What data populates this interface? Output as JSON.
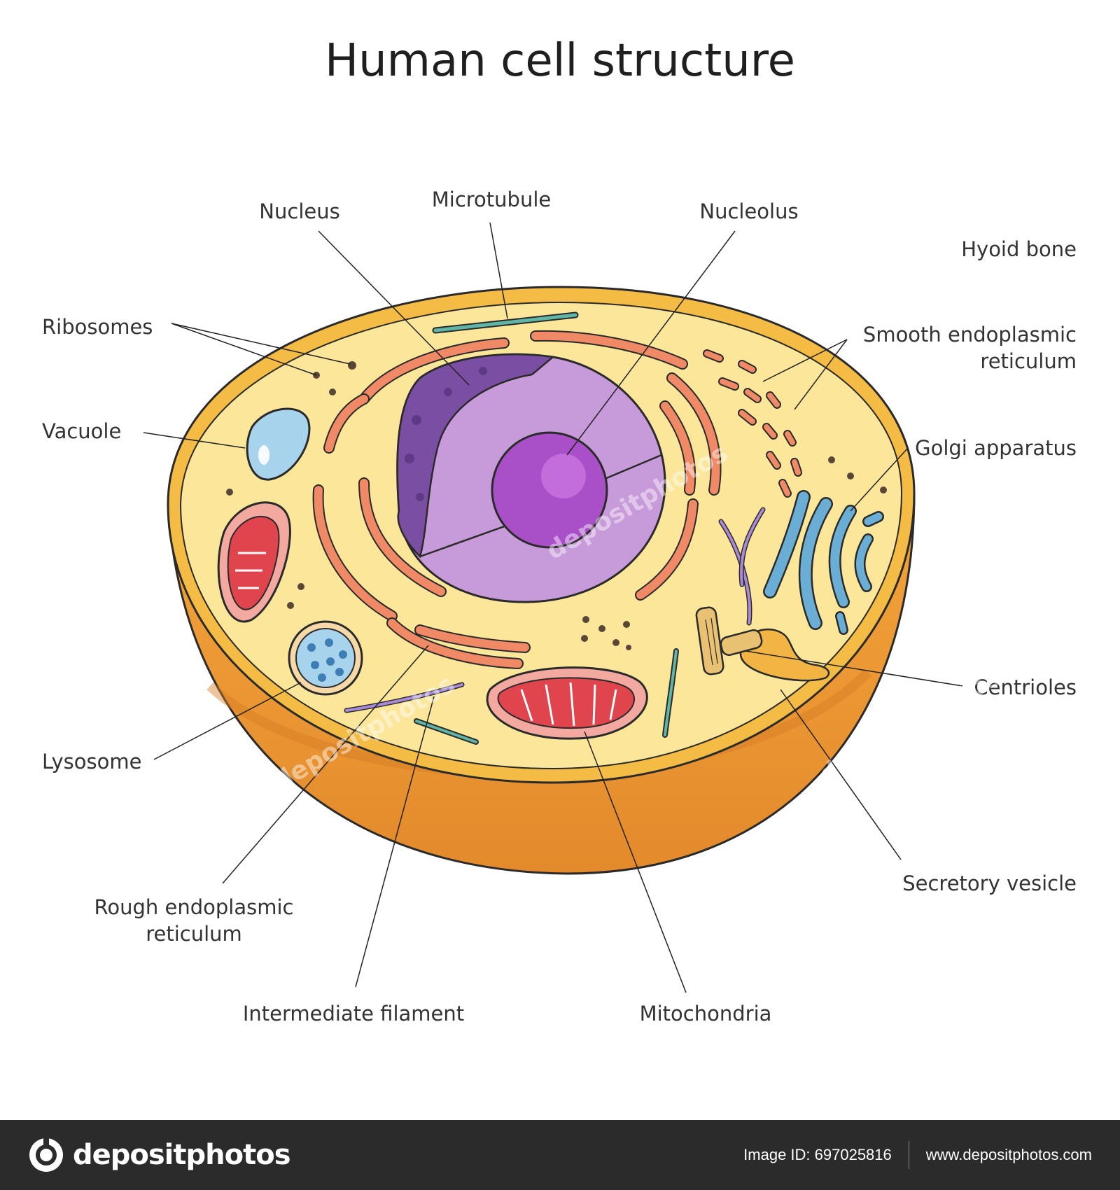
{
  "title": "Human cell structure",
  "labels": {
    "nucleus": "Nucleus",
    "microtubule": "Microtubule",
    "nucleolus": "Nucleolus",
    "hyoid_bone": "Hyoid bone",
    "ribosomes": "Ribosomes",
    "smooth_er_line1": "Smooth endoplasmic",
    "smooth_er_line2": "reticulum",
    "vacuole": "Vacuole",
    "golgi": "Golgi apparatus",
    "centrioles": "Centrioles",
    "lysosome": "Lysosome",
    "secretory_vesicle": "Secretory vesicle",
    "rough_er_line1": "Rough endoplasmic",
    "rough_er_line2": "reticulum",
    "intermediate_filament": "Intermediate filament",
    "mitochondria": "Mitochondria"
  },
  "watermark": "depositphotos",
  "footer": {
    "brand": "depositphotos",
    "image_id": "Image ID: 697025816",
    "url": "www.depositphotos.com"
  },
  "colors": {
    "cytoplasm": "#fbe69a",
    "membrane": "#f0b63a",
    "cell_side": "#e8902f",
    "nucleus": "#c79ad9",
    "nucleolus": "#a94fc8",
    "rough_er": "#f08a66",
    "golgi": "#6aaed6",
    "mitochondria": "#e0454e",
    "footer_bg": "#2b2b2b"
  }
}
